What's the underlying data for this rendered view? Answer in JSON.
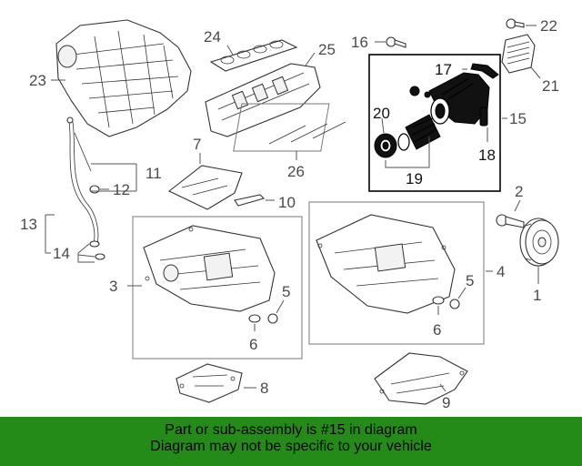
{
  "diagram": {
    "callouts": {
      "c1": "1",
      "c2": "2",
      "c3": "3",
      "c4": "4",
      "c5a": "5",
      "c5b": "5",
      "c6a": "6",
      "c6b": "6",
      "c7": "7",
      "c8": "8",
      "c9": "9",
      "c10": "10",
      "c11": "11",
      "c12": "12",
      "c13": "13",
      "c14": "14",
      "c15": "15",
      "c16": "16",
      "c17": "17",
      "c18": "18",
      "c19": "19",
      "c20": "20",
      "c21": "21",
      "c22": "22",
      "c23": "23",
      "c24": "24",
      "c25": "25",
      "c26": "26"
    },
    "highlight_color": "#000000"
  },
  "footer": {
    "line1": "Part or sub-assembly is #15 in diagram",
    "line2": "Diagram may not be specific to your vehicle",
    "background": "#248a18"
  }
}
